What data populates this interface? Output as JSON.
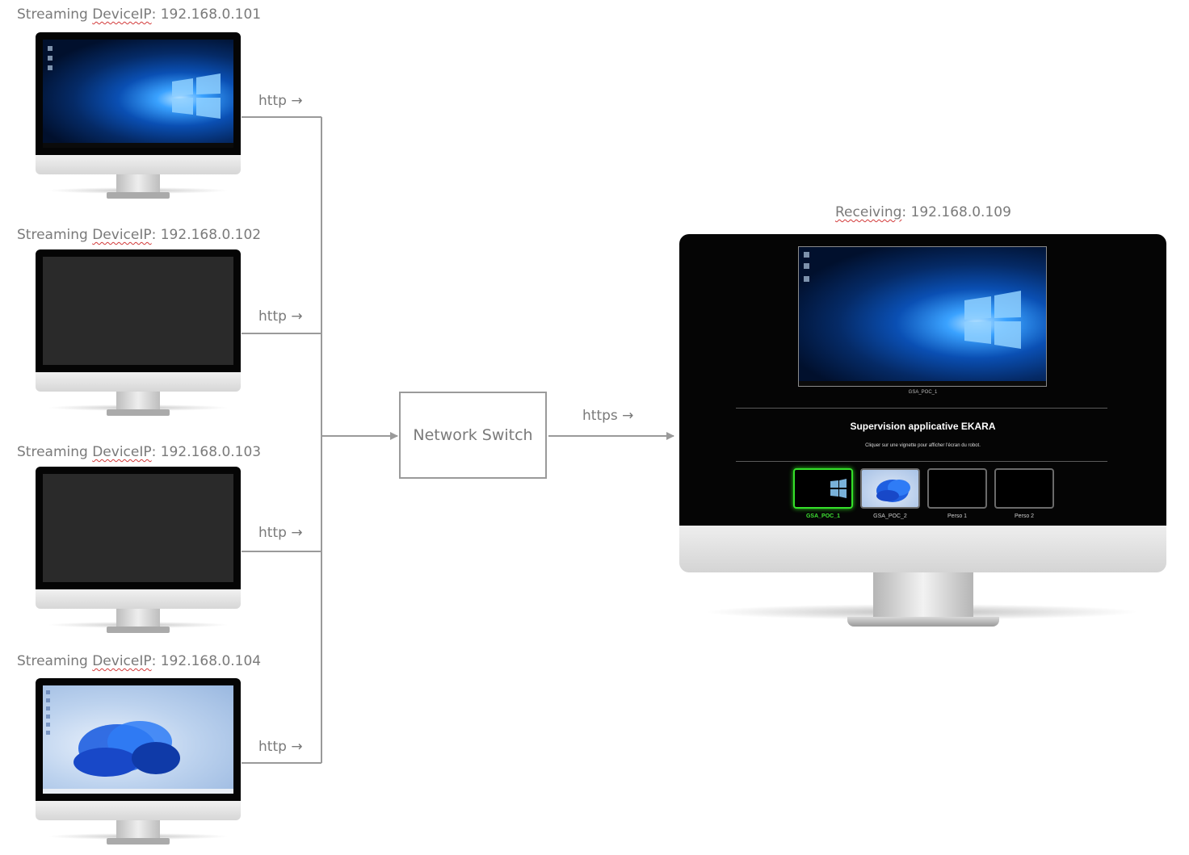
{
  "devices": [
    {
      "prefix": "Streaming ",
      "underlined": "DeviceIP",
      "suffix": ": 192.168.0.101",
      "screen": "windows-10-desktop",
      "link": "http"
    },
    {
      "prefix": "Streaming ",
      "underlined": "DeviceIP",
      "suffix": ": 192.168.0.102",
      "screen": "blank-screen",
      "link": "http"
    },
    {
      "prefix": "Streaming ",
      "underlined": "DeviceIP",
      "suffix": ": 192.168.0.103",
      "screen": "blank-screen",
      "link": "http"
    },
    {
      "prefix": "Streaming ",
      "underlined": "DeviceIP",
      "suffix": ": 192.168.0.104",
      "screen": "windows-11-desktop",
      "link": "http"
    }
  ],
  "arrow_glyph": "→",
  "switch": {
    "label": "Network Switch"
  },
  "uplink": {
    "label": "https"
  },
  "receiver": {
    "underlined": "Receiving",
    "suffix": ": 192.168.0.109",
    "app": {
      "preview_caption": "GSA_POC_1",
      "title": "Supervision applicative EKARA",
      "subtitle": "Cliquer sur une vignette pour afficher l'écran du robot.",
      "thumbnails": [
        {
          "label": "GSA_POC_1",
          "active": true
        },
        {
          "label": "GSA_POC_2",
          "active": false
        },
        {
          "label": "Perso 1",
          "active": false
        },
        {
          "label": "Perso 2",
          "active": false
        }
      ]
    }
  },
  "colors": {
    "line": "#9a9a9a",
    "text": "#7a7a7a",
    "active_thumb": "#35e02a"
  }
}
